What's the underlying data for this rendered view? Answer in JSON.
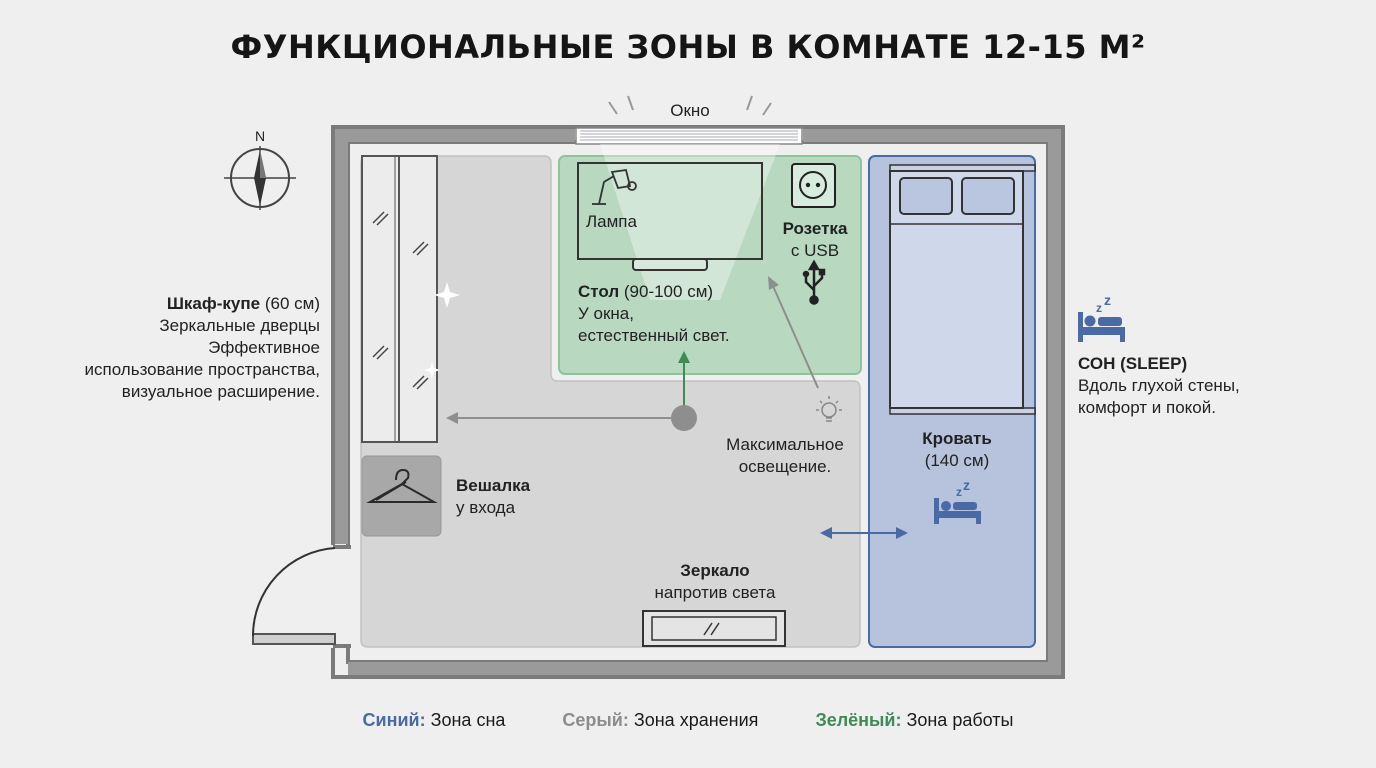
{
  "title": "ФУНКЦИОНАЛЬНЫЕ ЗОНЫ В КОМНАТЕ 12-15 М²",
  "compass": {
    "north_label": "N"
  },
  "window": {
    "label": "Окно"
  },
  "colors": {
    "sleep_zone": "#b7c3dc",
    "storage_zone": "#d6d6d6",
    "work_zone": "#b8d9c0",
    "sleep_accent": "#4a6aa5",
    "work_accent": "#3f8a55",
    "storage_accent": "#8c8c8c",
    "wall": "#8a8a8a"
  },
  "wardrobe": {
    "title": "Шкаф-купе",
    "size": "(60 см)",
    "lines": [
      "Зеркальные дверцы",
      "Эффективное",
      "использование пространства,",
      "визуальное расширение."
    ]
  },
  "desk": {
    "lamp_label": "Лампа",
    "outlet_title": "Розетка",
    "outlet_sub": "с USB",
    "title": "Стол",
    "size": "(90-100 см)",
    "lines": [
      "У окна,",
      "естественный свет."
    ]
  },
  "lighting": {
    "lines": [
      "Максимальное",
      "освещение."
    ]
  },
  "hanger": {
    "title": "Вешалка",
    "sub": "у входа"
  },
  "mirror": {
    "title": "Зеркало",
    "sub": "напротив света"
  },
  "bed": {
    "title": "Кровать",
    "size": "(140 см)"
  },
  "sleep": {
    "title": "СОН (SLEEP)",
    "lines": [
      "Вдоль глухой стены,",
      "комфорт и покой."
    ]
  },
  "legend": [
    {
      "key": "Синий:",
      "value": " Зона сна",
      "color": "#4a6aa5"
    },
    {
      "key": "Серый:",
      "value": " Зона хранения",
      "color": "#8c8c8c"
    },
    {
      "key": "Зелёный:",
      "value": " Зона работы",
      "color": "#3f8a55"
    }
  ]
}
